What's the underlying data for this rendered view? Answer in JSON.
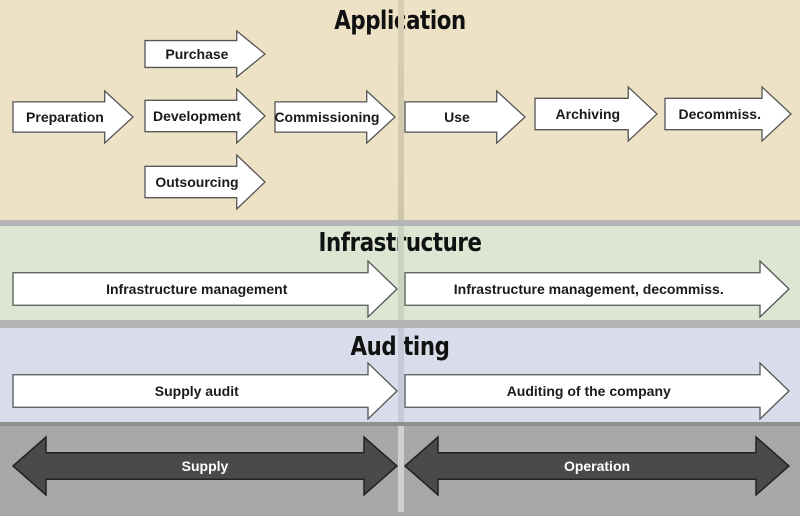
{
  "colors": {
    "application_bg": "#eee2c6",
    "infrastructure_bg": "#dde6d3",
    "auditing_bg": "#d9dcea",
    "phase_bg": "#a8a8a8",
    "divider": "#a7a7a7",
    "arrow_fill": "#ffffff",
    "arrow_stroke": "#555555",
    "phase_arrow_fill": "#4a4a4a"
  },
  "application": {
    "title": "Application",
    "steps": {
      "purchase": "Purchase",
      "preparation": "Preparation",
      "development": "Development",
      "commissioning": "Commissioning",
      "outsourcing": "Outsourcing",
      "use": "Use",
      "archiving": "Archiving",
      "decommiss": "Decommiss."
    }
  },
  "infrastructure": {
    "title": "Infrastructure",
    "left": "Infrastructure management",
    "right": "Infrastructure management, decommiss."
  },
  "auditing": {
    "title": "Auditing",
    "left": "Supply audit",
    "right": "Auditing of the company"
  },
  "phases": {
    "left": "Supply",
    "right": "Operation"
  }
}
